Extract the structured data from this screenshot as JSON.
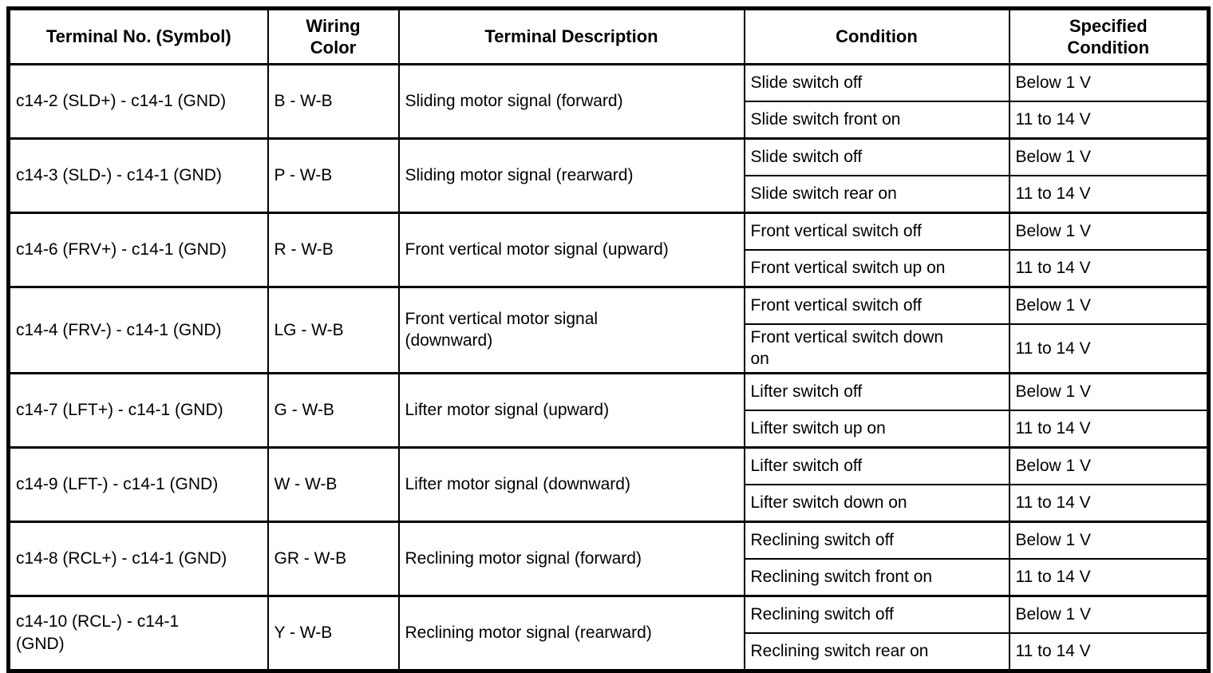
{
  "header": {
    "columns": [
      "Terminal No. (Symbol)",
      "Wiring\nColor",
      "Terminal Description",
      "Condition",
      "Specified\nCondition"
    ]
  },
  "rows": [
    {
      "terminal": "c14-2 (SLD+) - c14-1 (GND)",
      "wiring_color": "B - W-B",
      "description": "Sliding motor signal (forward)",
      "conditions": [
        {
          "condition": "Slide switch off",
          "specified_condition": "Below 1 V"
        },
        {
          "condition": "Slide switch front on",
          "specified_condition": "11 to 14 V"
        }
      ]
    },
    {
      "terminal": "c14-3 (SLD-) - c14-1 (GND)",
      "wiring_color": "P - W-B",
      "description": "Sliding motor signal (rearward)",
      "conditions": [
        {
          "condition": "Slide switch off",
          "specified_condition": "Below 1 V"
        },
        {
          "condition": "Slide switch rear on",
          "specified_condition": "11 to 14 V"
        }
      ]
    },
    {
      "terminal": "c14-6 (FRV+) - c14-1 (GND)",
      "wiring_color": "R - W-B",
      "description": "Front vertical motor signal (upward)",
      "conditions": [
        {
          "condition": "Front vertical switch off",
          "specified_condition": "Below 1 V"
        },
        {
          "condition": "Front vertical switch up on",
          "specified_condition": "11 to 14 V"
        }
      ]
    },
    {
      "terminal": "c14-4 (FRV-) - c14-1 (GND)",
      "wiring_color": "LG - W-B",
      "description": "Front vertical motor signal\n(downward)",
      "conditions": [
        {
          "condition": "Front vertical switch off",
          "specified_condition": "Below 1 V"
        },
        {
          "condition": "Front vertical switch down\non",
          "specified_condition": "11 to 14 V"
        }
      ]
    },
    {
      "terminal": "c14-7 (LFT+) - c14-1 (GND)",
      "wiring_color": "G - W-B",
      "description": "Lifter motor signal (upward)",
      "conditions": [
        {
          "condition": "Lifter switch off",
          "specified_condition": "Below 1 V"
        },
        {
          "condition": "Lifter switch up on",
          "specified_condition": "11 to 14 V"
        }
      ]
    },
    {
      "terminal": "c14-9 (LFT-) - c14-1 (GND)",
      "wiring_color": "W - W-B",
      "description": "Lifter motor signal (downward)",
      "conditions": [
        {
          "condition": "Lifter switch off",
          "specified_condition": "Below 1 V"
        },
        {
          "condition": "Lifter switch down on",
          "specified_condition": "11 to 14 V"
        }
      ]
    },
    {
      "terminal": "c14-8 (RCL+) - c14-1 (GND)",
      "wiring_color": "GR - W-B",
      "description": "Reclining motor signal (forward)",
      "conditions": [
        {
          "condition": "Reclining switch off",
          "specified_condition": "Below 1 V"
        },
        {
          "condition": "Reclining switch front on",
          "specified_condition": "11 to 14 V"
        }
      ]
    },
    {
      "terminal": "c14-10 (RCL-) - c14-1\n(GND)",
      "wiring_color": "Y - W-B",
      "description": "Reclining motor signal (rearward)",
      "conditions": [
        {
          "condition": "Reclining switch off",
          "specified_condition": "Below 1 V"
        },
        {
          "condition": "Reclining switch rear on",
          "specified_condition": "11 to 14 V"
        }
      ]
    }
  ],
  "colors": {
    "border": "#000000",
    "background": "#ffffff",
    "text": "#000000"
  }
}
